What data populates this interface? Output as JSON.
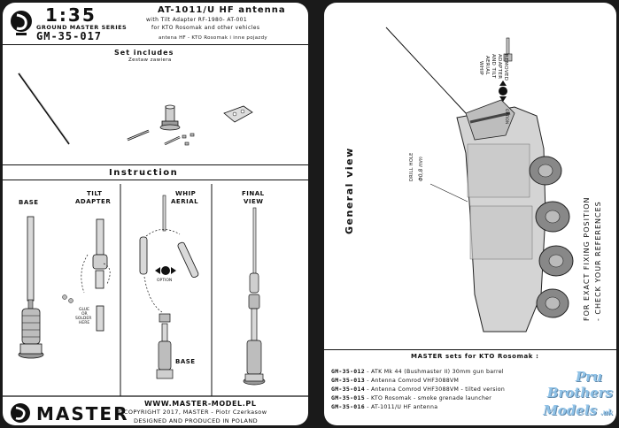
{
  "header": {
    "scale": "1:35",
    "series": "GROUND MASTER SERIES",
    "code": "GM-35-017",
    "title": "AT-1011/U HF antenna",
    "subtitle_1": "with Tilt Adapter RF-1980- AT-001",
    "subtitle_2": "for KTO Rosomak and other vehicles",
    "subtitle_3": "antena HF - KTO Rosomak i inne pojazdy"
  },
  "set_includes": {
    "title": "Set includes",
    "subtitle": "Zestaw zawiera"
  },
  "instruction": {
    "title": "Instruction",
    "base": "BASE",
    "tilt_adapter_1": "TILT",
    "tilt_adapter_2": "ADAPTER",
    "whip_1": "WHIP",
    "whip_2": "AERIAL",
    "final_1": "FINAL",
    "final_2": "VIEW",
    "glue_1": "GLUE",
    "glue_2": "OR",
    "glue_3": "SOLDER",
    "glue_4": "HERE",
    "option": "OPTION",
    "base_2": "BASE"
  },
  "footer": {
    "brand": "MASTER",
    "url": "WWW.MASTER-MODEL.PL",
    "copyright": "©COPYRIGHT 2017, MASTER - Piotr Czerkasow",
    "designed": "DESIGNED AND PRODUCED IN POLAND"
  },
  "right_page": {
    "general_view": "General view",
    "drill_hole_1": "DRILL HOLE",
    "drill_hole_2": "Φ0,8 mm",
    "whip_removed_1": "WHIP",
    "whip_removed_2": "AERIAL",
    "whip_removed_3": "AND TILT",
    "whip_removed_4": "ADAPTER",
    "whip_removed_5": "REMOVED",
    "option": "OPTION",
    "ref_1": "FOR EXACT FIXING POSITION",
    "ref_2": "- CHECK YOUR REFERENCES",
    "sets_title": "MASTER sets for KTO Rosomak :",
    "sets": [
      {
        "code": "GM-35-012",
        "desc": "- ATK Mk 44 (Bushmaster II) 30mm gun barrel"
      },
      {
        "code": "GM-35-013",
        "desc": "- Antenna Comrod VHF3088VM"
      },
      {
        "code": "GM-35-014",
        "desc": "- Antenna Comrod VHF3088VM - tilted version"
      },
      {
        "code": "GM-35-015",
        "desc": "- KTO Rosomak - smoke grenade launcher"
      },
      {
        "code": "GM-35-016",
        "desc": "- AT-1011/U HF antenna"
      }
    ],
    "watermark_1": "Pru",
    "watermark_2": "Brothers",
    "watermark_3": "Models",
    "watermark_4": ".uk"
  },
  "colors": {
    "ink": "#111111",
    "metal_light": "#d9d9d9",
    "metal_dark": "#7a7a7a",
    "watermark": "#6aaee0"
  }
}
